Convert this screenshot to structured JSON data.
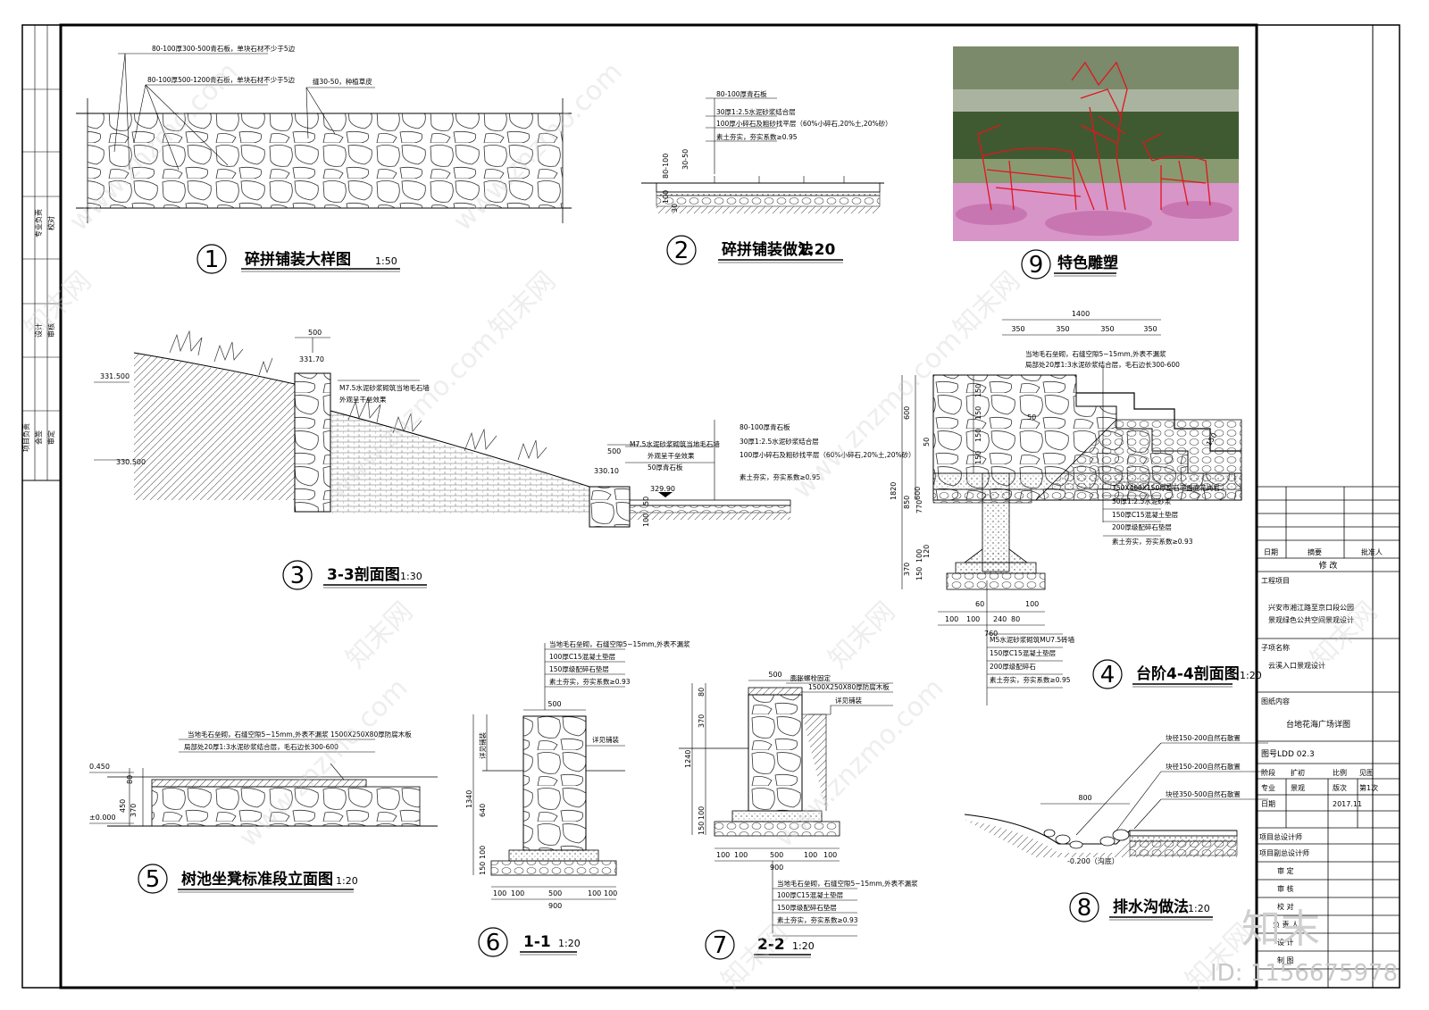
{
  "details": [
    {
      "num": "1",
      "title": "碎拼铺装大样图",
      "scale": "1:50"
    },
    {
      "num": "2",
      "title": "碎拼铺装做法",
      "scale": "1:20"
    },
    {
      "num": "9",
      "title": "特色雕塑",
      "scale": ""
    },
    {
      "num": "3",
      "title": "3-3剖面图",
      "scale": "1:30"
    },
    {
      "num": "4",
      "title": "台阶4-4剖面图",
      "scale": "1:20"
    },
    {
      "num": "5",
      "title": "树池坐凳标准段立面图",
      "scale": "1:20"
    },
    {
      "num": "6",
      "title": "1-1",
      "scale": "1:20"
    },
    {
      "num": "7",
      "title": "2-2",
      "scale": "1:20"
    },
    {
      "num": "8",
      "title": "排水沟做法",
      "scale": "1:20"
    }
  ],
  "notes": {
    "d1": [
      "80-100厚300-500青石板，单块石材不少于5边",
      "80-100厚500-1200青石板，单块石材不少于5边",
      "缝30-50，种植草皮"
    ],
    "d2": [
      "80-100厚青石板",
      "30厚1:2.5水泥砂浆结合层",
      "100厚小碎石及粗砂找平层（60%小碎石,20%土,20%砂）",
      "素土夯实，夯实系数≥0.95"
    ],
    "d2_dims": [
      "80-100",
      "30-50",
      "100",
      "30"
    ],
    "d3": [
      "M7.5水泥砂浆砌筑当地毛石墙",
      "外观呈干垒效果",
      "M7.5水泥砂浆砌筑当地毛石墙",
      "外观呈干垒效果",
      "50厚青石板",
      "80-100厚青石板",
      "30厚1:2.5水泥砂浆结合层",
      "100厚小碎石及粗砂找平层（60%小碎石,20%土,20%砂）",
      "素土夯实，夯实系数≥0.95"
    ],
    "d3_dims": [
      "500",
      "331.70",
      "331.500",
      "330.500",
      "500",
      "330.10",
      "329.90",
      "50",
      "100"
    ],
    "d4": [
      "当地毛石垒砌，石缝空隙5~15mm,外表不漏浆",
      "局部处20厚1:3水泥砂浆结合层，毛石边长300-600",
      "750X400X150厚整石平面面花岗岩",
      "30厚1:2.5水泥砂浆",
      "150厚C15混凝土垫层",
      "200厚级配碎石垫层",
      "素土夯实，夯实系数≥0.93",
      "M5水泥砂浆砌筑MU7.5砖墙",
      "150厚C15混凝土垫层",
      "200厚级配碎石",
      "素土夯实，夯实系数≥0.95"
    ],
    "d4_dims": [
      "1400",
      "350",
      "350",
      "350",
      "350",
      "600",
      "150",
      "150",
      "150",
      "50",
      "150",
      "50",
      "1820",
      "850",
      "770",
      "370",
      "150",
      "100",
      "120",
      "60",
      "100",
      "240",
      "80",
      "100",
      "100",
      "760",
      "600",
      "150"
    ],
    "d5": [
      "当地毛石垒砌，石缝空隙5~15mm,外表不漏浆",
      "1500X250X80厚防腐木板",
      "局部处20厚1:3水泥砂浆结合层，毛石边长300-600"
    ],
    "d5_dims": [
      "0.450",
      "80",
      "450",
      "370",
      "±0.000"
    ],
    "d6": [
      "当地毛石垒砌，石缝空隙5~15mm,外表不漏浆",
      "100厚C15混凝土垫层",
      "150厚级配碎石垫层",
      "素土夯实，夯实系数≥0.93",
      "详见铺装",
      "详见铺装"
    ],
    "d6_dims": [
      "500",
      "1340",
      "640",
      "150",
      "100",
      "100",
      "100",
      "500",
      "100",
      "100",
      "900"
    ],
    "d7": [
      "膨胀螺栓固定",
      "1500X250X80厚防腐木板",
      "详见铺装",
      "当地毛石垒砌，石缝空隙5~15mm,外表不漏浆",
      "100厚C15混凝土垫层",
      "150厚级配碎石垫层",
      "素土夯实，夯实系数≥0.93"
    ],
    "d7_dims": [
      "500",
      "80",
      "370",
      "1240",
      "150",
      "100",
      "100",
      "100",
      "500",
      "100",
      "100",
      "900"
    ],
    "d8": [
      "块径150-200自然石散置",
      "块径150-200自然石散置",
      "块径350-500自然石散置",
      "-0.200（沟底）"
    ],
    "d8_dims": [
      "800"
    ]
  },
  "titleblock": {
    "rev_headers": [
      "日期",
      "摘要",
      "批准人"
    ],
    "rev_title": "修    改",
    "project_label": "工程项目",
    "project_value": [
      "兴安市湘江路至京口段公园",
      "景观绿色公共空间景观设计"
    ],
    "subitem_label": "子项名称",
    "subitem_value": "云溪入口景观设计",
    "drawing_label": "图纸内容",
    "drawing_value": "台地花海广场详图",
    "drawing_no": "图号LDD 02.3",
    "stage_label": "阶段",
    "stage_value": "扩初",
    "scale_label": "比例",
    "scale_value": "见图",
    "discipline_label": "专业",
    "discipline_value": "景观",
    "version_label": "版次",
    "version_value": "第1次",
    "date_label": "日期",
    "date_value": "2017.11",
    "roles": [
      "项目总设计师",
      "项目副总设计师",
      "审 定",
      "审 核",
      "校 对",
      "负 责 人",
      "设 计",
      "制 图"
    ]
  },
  "left_strip": [
    "专业负责",
    "设计",
    "会签",
    "校对",
    "审核",
    "审定",
    "项目负责"
  ],
  "watermark": {
    "brand": "知末",
    "site": "www.znzmo.com",
    "cn": "知末网",
    "id": "ID: 1156675978"
  }
}
